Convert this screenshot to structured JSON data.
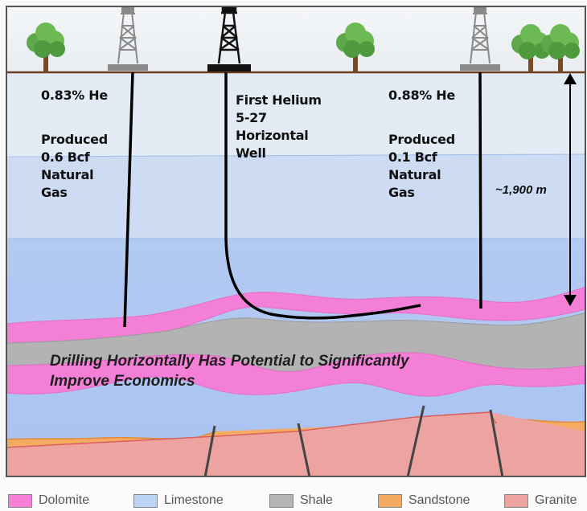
{
  "wells": [
    {
      "he": "0.83% He",
      "note": "Produced\n0.6 Bcf\nNatural\nGas"
    },
    {
      "he": "First Helium\n5-27\nHorizontal\nWell",
      "note": ""
    },
    {
      "he": "0.88% He",
      "note": "Produced\n0.1 Bcf\nNatural\nGas"
    }
  ],
  "depth": "~1,900 m",
  "headline": "Drilling Horizontally Has Potential to Significantly\nImprove Economics",
  "legend": [
    {
      "label": "Dolomite",
      "color": "#f77fd8"
    },
    {
      "label": "Limestone",
      "color": "#bcd4f6"
    },
    {
      "label": "Shale",
      "color": "#b5b5b5"
    },
    {
      "label": "Sandstone",
      "color": "#f5aa62"
    },
    {
      "label": "Granite",
      "color": "#eda3a0"
    }
  ],
  "colors": {
    "sky": "#eef1f4",
    "ground_line": "#6b3f20",
    "upper_band": "#e4ecf6",
    "mid_band": "#cfdef4",
    "lower_band": "#b9cff4",
    "frame": "#555555"
  }
}
